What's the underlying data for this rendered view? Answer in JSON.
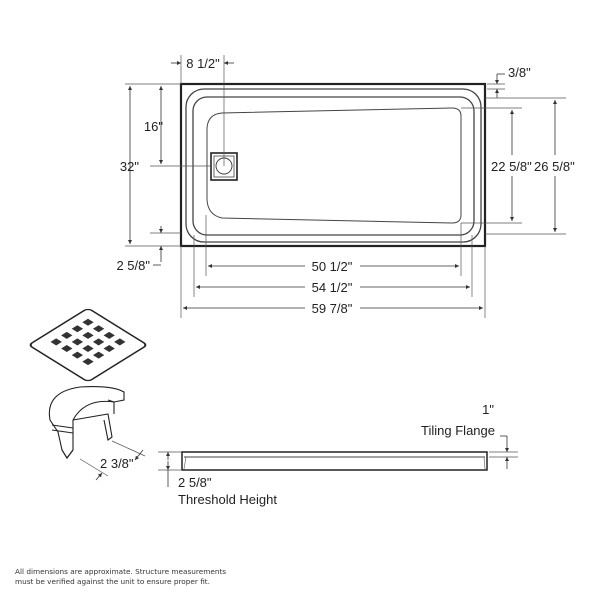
{
  "dimensions": {
    "drain_offset": "8 1/2\"",
    "flange_thickness": "3/8\"",
    "drain_from_top": "16\"",
    "overall_depth": "32\"",
    "inner_depth": "22 5/8\"",
    "floor_depth": "26 5/8\"",
    "threshold_depth": "2 5/8\"",
    "floor_width": "50 1/2\"",
    "inner_width": "54 1/2\"",
    "overall_width": "59 7/8\"",
    "drain_height": "2 3/8\"",
    "tiling_flange_height": "1\"",
    "threshold_height_value": "2 5/8\""
  },
  "labels": {
    "tiling_flange": "Tiling Flange",
    "threshold_height": "Threshold Height"
  },
  "footnote": {
    "line1": "All dimensions are approximate. Structure measurements",
    "line2": "must be verified against the unit to ensure proper fit."
  }
}
